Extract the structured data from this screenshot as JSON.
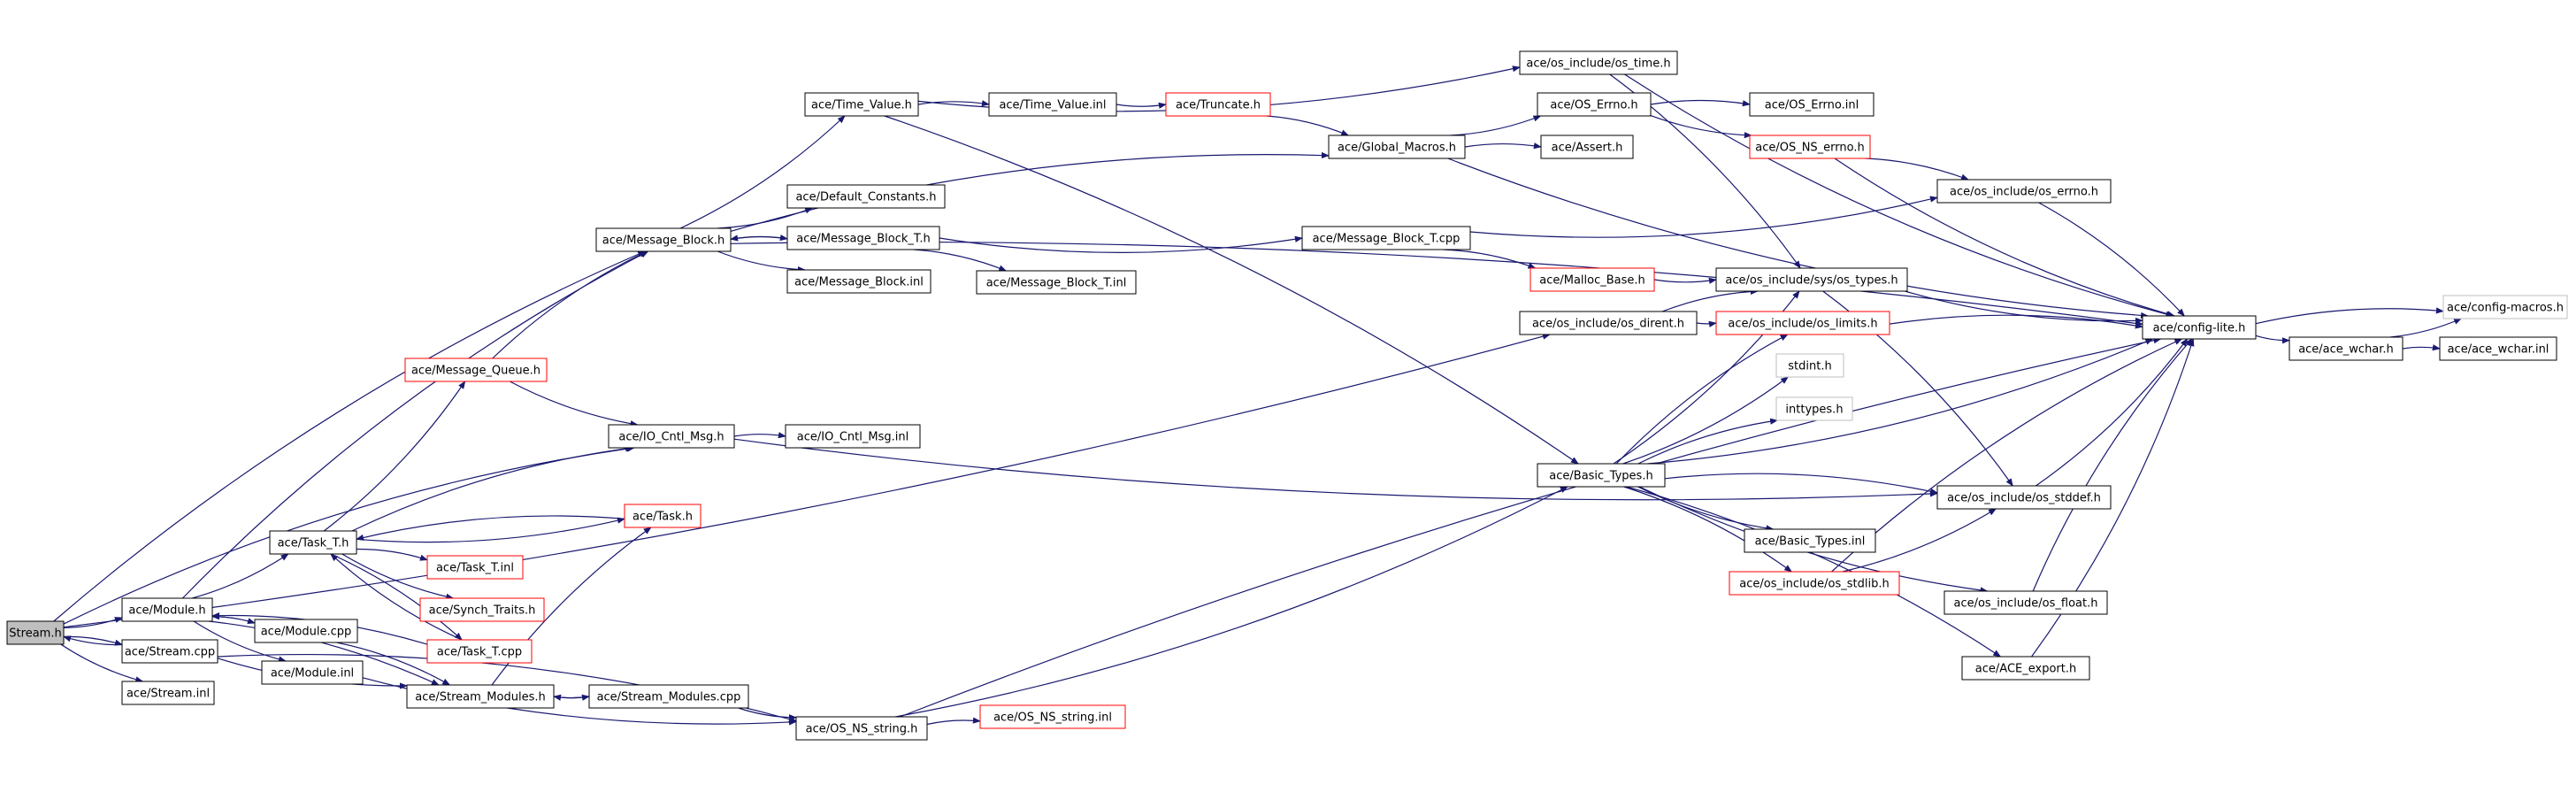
{
  "colors": {
    "edge": "#191970",
    "node_border": "#000000",
    "undocumented_border": "#ff0000",
    "missing_border": "#bfbfbf",
    "root_fill": "#bfbfbf",
    "node_fill": "#ffffff"
  },
  "nodes": [
    {
      "id": "stream_h",
      "label": "Stream.h",
      "kind": "root"
    },
    {
      "id": "module_h",
      "label": "ace/Module.h",
      "kind": "normal"
    },
    {
      "id": "stream_cpp",
      "label": "ace/Stream.cpp",
      "kind": "normal"
    },
    {
      "id": "stream_inl",
      "label": "ace/Stream.inl",
      "kind": "normal"
    },
    {
      "id": "module_cpp",
      "label": "ace/Module.cpp",
      "kind": "normal"
    },
    {
      "id": "module_inl",
      "label": "ace/Module.inl",
      "kind": "normal"
    },
    {
      "id": "task_t_h",
      "label": "ace/Task_T.h",
      "kind": "normal"
    },
    {
      "id": "task_t_inl",
      "label": "ace/Task_T.inl",
      "kind": "undocumented"
    },
    {
      "id": "synch_traits_h",
      "label": "ace/Synch_Traits.h",
      "kind": "undocumented"
    },
    {
      "id": "task_t_cpp",
      "label": "ace/Task_T.cpp",
      "kind": "undocumented"
    },
    {
      "id": "task_h",
      "label": "ace/Task.h",
      "kind": "undocumented"
    },
    {
      "id": "message_queue_h",
      "label": "ace/Message_Queue.h",
      "kind": "undocumented"
    },
    {
      "id": "io_cntl_msg_h",
      "label": "ace/IO_Cntl_Msg.h",
      "kind": "normal"
    },
    {
      "id": "io_cntl_msg_inl",
      "label": "ace/IO_Cntl_Msg.inl",
      "kind": "normal"
    },
    {
      "id": "stream_modules_h",
      "label": "ace/Stream_Modules.h",
      "kind": "normal"
    },
    {
      "id": "stream_modules_cpp",
      "label": "ace/Stream_Modules.cpp",
      "kind": "normal"
    },
    {
      "id": "os_ns_string_h",
      "label": "ace/OS_NS_string.h",
      "kind": "normal"
    },
    {
      "id": "os_ns_string_inl",
      "label": "ace/OS_NS_string.inl",
      "kind": "undocumented"
    },
    {
      "id": "message_block_h",
      "label": "ace/Message_Block.h",
      "kind": "normal"
    },
    {
      "id": "time_value_h",
      "label": "ace/Time_Value.h",
      "kind": "normal"
    },
    {
      "id": "default_constants_h",
      "label": "ace/Default_Constants.h",
      "kind": "normal"
    },
    {
      "id": "message_block_t_h",
      "label": "ace/Message_Block_T.h",
      "kind": "normal"
    },
    {
      "id": "message_block_inl",
      "label": "ace/Message_Block.inl",
      "kind": "normal"
    },
    {
      "id": "message_block_t_inl",
      "label": "ace/Message_Block_T.inl",
      "kind": "normal"
    },
    {
      "id": "message_block_t_cpp",
      "label": "ace/Message_Block_T.cpp",
      "kind": "normal"
    },
    {
      "id": "time_value_inl",
      "label": "ace/Time_Value.inl",
      "kind": "normal"
    },
    {
      "id": "truncate_h",
      "label": "ace/Truncate.h",
      "kind": "undocumented"
    },
    {
      "id": "global_macros_h",
      "label": "ace/Global_Macros.h",
      "kind": "normal"
    },
    {
      "id": "os_time_h",
      "label": "ace/os_include/os_time.h",
      "kind": "normal"
    },
    {
      "id": "os_errno_h",
      "label": "ace/OS_Errno.h",
      "kind": "normal"
    },
    {
      "id": "os_errno_inl",
      "label": "ace/OS_Errno.inl",
      "kind": "normal"
    },
    {
      "id": "os_ns_errno_h",
      "label": "ace/OS_NS_errno.h",
      "kind": "undocumented"
    },
    {
      "id": "assert_h",
      "label": "ace/Assert.h",
      "kind": "normal"
    },
    {
      "id": "os_include_errno_h",
      "label": "ace/os_include/os_errno.h",
      "kind": "normal"
    },
    {
      "id": "malloc_base_h",
      "label": "ace/Malloc_Base.h",
      "kind": "undocumented"
    },
    {
      "id": "os_types_h",
      "label": "ace/os_include/sys/os_types.h",
      "kind": "normal"
    },
    {
      "id": "os_dirent_h",
      "label": "ace/os_include/os_dirent.h",
      "kind": "normal"
    },
    {
      "id": "os_limits_h",
      "label": "ace/os_include/os_limits.h",
      "kind": "undocumented"
    },
    {
      "id": "stdint_h",
      "label": "stdint.h",
      "kind": "missing"
    },
    {
      "id": "inttypes_h",
      "label": "inttypes.h",
      "kind": "missing"
    },
    {
      "id": "basic_types_h",
      "label": "ace/Basic_Types.h",
      "kind": "normal"
    },
    {
      "id": "os_stddef_h",
      "label": "ace/os_include/os_stddef.h",
      "kind": "normal"
    },
    {
      "id": "basic_types_inl",
      "label": "ace/Basic_Types.inl",
      "kind": "normal"
    },
    {
      "id": "os_stdlib_h",
      "label": "ace/os_include/os_stdlib.h",
      "kind": "undocumented"
    },
    {
      "id": "os_float_h",
      "label": "ace/os_include/os_float.h",
      "kind": "normal"
    },
    {
      "id": "ace_export_h",
      "label": "ace/ACE_export.h",
      "kind": "normal"
    },
    {
      "id": "config_lite_h",
      "label": "ace/config-lite.h",
      "kind": "normal"
    },
    {
      "id": "config_macros_h",
      "label": "ace/config-macros.h",
      "kind": "missing"
    },
    {
      "id": "ace_wchar_h",
      "label": "ace/ace_wchar.h",
      "kind": "normal"
    },
    {
      "id": "ace_wchar_inl",
      "label": "ace/ace_wchar.inl",
      "kind": "normal"
    }
  ],
  "edges": [
    [
      "stream_h",
      "message_block_h"
    ],
    [
      "stream_h",
      "os_dirent_h"
    ],
    [
      "stream_h",
      "io_cntl_msg_h"
    ],
    [
      "stream_h",
      "module_h"
    ],
    [
      "stream_h",
      "stream_cpp"
    ],
    [
      "stream_h",
      "stream_inl"
    ],
    [
      "module_h",
      "message_block_h"
    ],
    [
      "module_h",
      "task_t_h"
    ],
    [
      "module_h",
      "module_cpp"
    ],
    [
      "module_h",
      "module_inl"
    ],
    [
      "module_h",
      "stream_modules_h"
    ],
    [
      "module_cpp",
      "module_h"
    ],
    [
      "module_cpp",
      "stream_modules_h"
    ],
    [
      "module_inl",
      "os_ns_string_h"
    ],
    [
      "stream_cpp",
      "stream_h"
    ],
    [
      "stream_cpp",
      "stream_modules_h"
    ],
    [
      "stream_cpp",
      "os_ns_string_h"
    ],
    [
      "task_t_h",
      "message_queue_h"
    ],
    [
      "task_t_h",
      "io_cntl_msg_h"
    ],
    [
      "task_t_h",
      "task_h"
    ],
    [
      "task_t_h",
      "task_t_inl"
    ],
    [
      "task_t_h",
      "synch_traits_h"
    ],
    [
      "task_t_h",
      "task_t_cpp"
    ],
    [
      "task_h",
      "task_t_h"
    ],
    [
      "task_t_cpp",
      "task_t_h"
    ],
    [
      "task_t_cpp",
      "module_h"
    ],
    [
      "message_queue_h",
      "message_block_h"
    ],
    [
      "message_queue_h",
      "io_cntl_msg_h"
    ],
    [
      "io_cntl_msg_h",
      "io_cntl_msg_inl"
    ],
    [
      "io_cntl_msg_h",
      "os_stddef_h"
    ],
    [
      "stream_modules_h",
      "task_h"
    ],
    [
      "stream_modules_h",
      "stream_modules_cpp"
    ],
    [
      "stream_modules_cpp",
      "stream_modules_h"
    ],
    [
      "stream_modules_cpp",
      "os_ns_string_h"
    ],
    [
      "os_ns_string_h",
      "os_ns_string_inl"
    ],
    [
      "os_ns_string_h",
      "basic_types_h"
    ],
    [
      "os_ns_string_h",
      "config_lite_h"
    ],
    [
      "message_block_h",
      "time_value_h"
    ],
    [
      "message_block_h",
      "global_macros_h"
    ],
    [
      "message_block_h",
      "default_constants_h"
    ],
    [
      "message_block_h",
      "message_block_t_h"
    ],
    [
      "message_block_h",
      "message_block_inl"
    ],
    [
      "message_block_h",
      "config_lite_h"
    ],
    [
      "message_block_t_h",
      "message_block_h"
    ],
    [
      "message_block_t_h",
      "message_block_t_inl"
    ],
    [
      "message_block_t_h",
      "message_block_t_cpp"
    ],
    [
      "message_block_t_cpp",
      "malloc_base_h"
    ],
    [
      "message_block_t_cpp",
      "os_include_errno_h"
    ],
    [
      "time_value_h",
      "time_value_inl"
    ],
    [
      "time_value_h",
      "os_time_h"
    ],
    [
      "time_value_h",
      "basic_types_h"
    ],
    [
      "time_value_inl",
      "truncate_h"
    ],
    [
      "truncate_h",
      "global_macros_h"
    ],
    [
      "global_macros_h",
      "os_errno_h"
    ],
    [
      "global_macros_h",
      "assert_h"
    ],
    [
      "global_macros_h",
      "config_lite_h"
    ],
    [
      "os_errno_h",
      "os_errno_inl"
    ],
    [
      "os_errno_h",
      "os_ns_errno_h"
    ],
    [
      "os_ns_errno_h",
      "os_include_errno_h"
    ],
    [
      "os_ns_errno_h",
      "config_lite_h"
    ],
    [
      "os_time_h",
      "os_types_h"
    ],
    [
      "os_time_h",
      "config_lite_h"
    ],
    [
      "os_include_errno_h",
      "config_lite_h"
    ],
    [
      "malloc_base_h",
      "os_types_h"
    ],
    [
      "os_types_h",
      "os_stddef_h"
    ],
    [
      "os_types_h",
      "config_lite_h"
    ],
    [
      "os_dirent_h",
      "os_types_h"
    ],
    [
      "os_dirent_h",
      "os_limits_h"
    ],
    [
      "os_limits_h",
      "config_lite_h"
    ],
    [
      "basic_types_h",
      "os_types_h"
    ],
    [
      "basic_types_h",
      "os_limits_h"
    ],
    [
      "basic_types_h",
      "stdint_h"
    ],
    [
      "basic_types_h",
      "inttypes_h"
    ],
    [
      "basic_types_h",
      "config_lite_h"
    ],
    [
      "basic_types_h",
      "os_stddef_h"
    ],
    [
      "basic_types_h",
      "basic_types_inl"
    ],
    [
      "basic_types_h",
      "os_stdlib_h"
    ],
    [
      "basic_types_h",
      "os_float_h"
    ],
    [
      "basic_types_h",
      "ace_export_h"
    ],
    [
      "os_stdlib_h",
      "os_stddef_h"
    ],
    [
      "os_stdlib_h",
      "config_lite_h"
    ],
    [
      "os_stddef_h",
      "config_lite_h"
    ],
    [
      "os_float_h",
      "config_lite_h"
    ],
    [
      "ace_export_h",
      "config_lite_h"
    ],
    [
      "config_lite_h",
      "config_macros_h"
    ],
    [
      "config_lite_h",
      "ace_wchar_h"
    ],
    [
      "ace_wchar_h",
      "ace_wchar_inl"
    ],
    [
      "ace_wchar_h",
      "config_macros_h"
    ]
  ]
}
